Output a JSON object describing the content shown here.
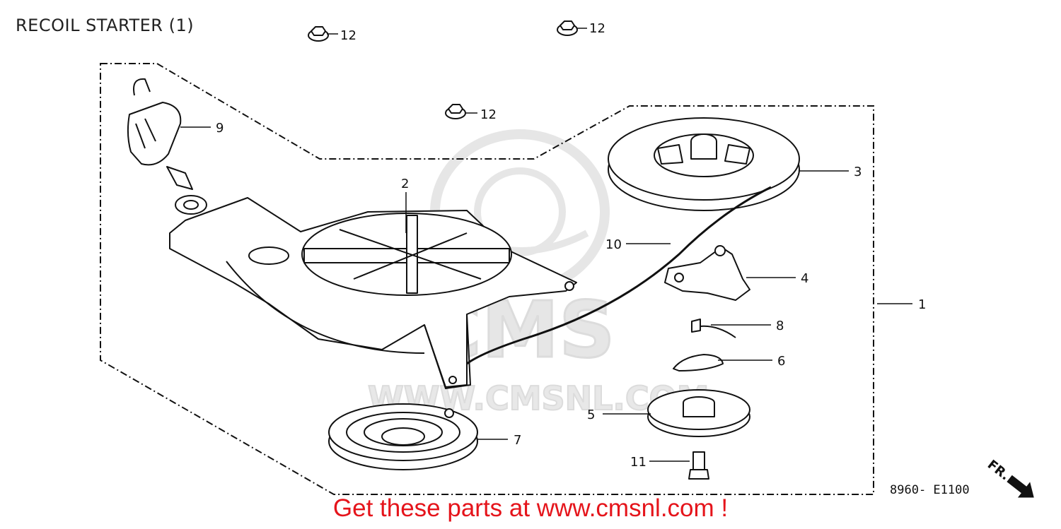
{
  "title": "RECOIL STARTER (1)",
  "diagram_code": "8960- E1100",
  "front_marker": "FR.",
  "watermark": {
    "logo_text": "CMS",
    "url_text": "WWW.CMSNL.COM"
  },
  "promo_text": "Get these parts at www.cmsnl.com !",
  "callouts": {
    "c1": "1",
    "c2": "2",
    "c3": "3",
    "c4": "4",
    "c5": "5",
    "c6": "6",
    "c7": "7",
    "c8": "8",
    "c9": "9",
    "c10": "10",
    "c11": "11",
    "c12a": "12",
    "c12b": "12",
    "c12c": "12"
  },
  "colors": {
    "promo": "#e5141b",
    "ink": "#111111",
    "watermark": "#e6e6e6"
  }
}
